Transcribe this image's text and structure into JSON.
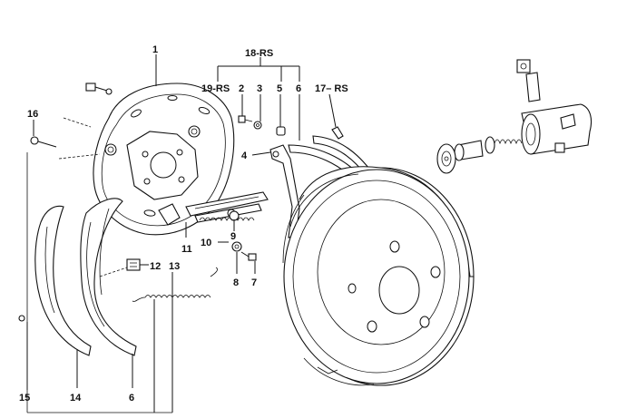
{
  "callouts": {
    "c1": "1",
    "c2": "2",
    "c3": "3",
    "c4": "4",
    "c5": "5",
    "c6a": "6",
    "c6b": "6",
    "c7": "7",
    "c8": "8",
    "c9": "9",
    "c10": "10",
    "c11": "11",
    "c12": "12",
    "c13": "13",
    "c14": "14",
    "c15": "15",
    "c16": "16",
    "c17": "17– RS",
    "c18": "18-RS",
    "c19": "19-RS"
  }
}
